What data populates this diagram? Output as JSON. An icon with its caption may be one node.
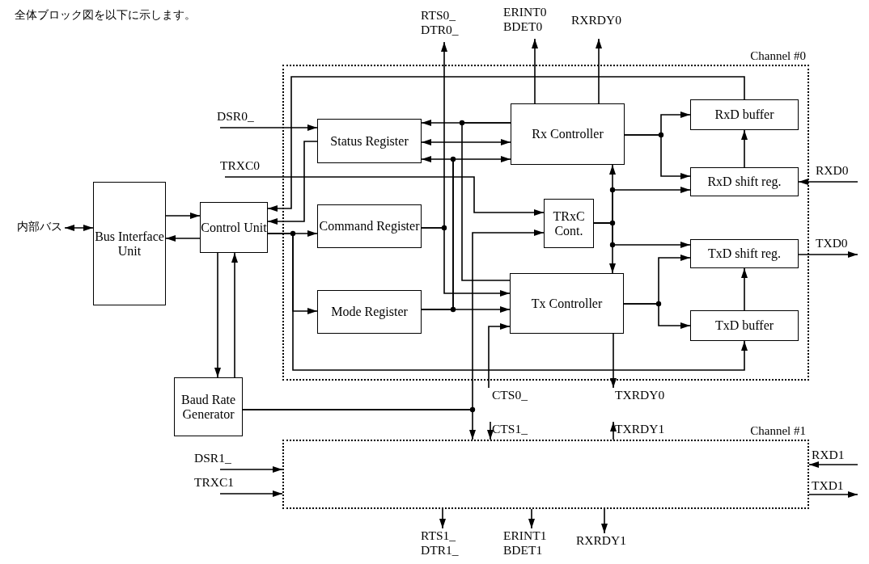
{
  "diagram": {
    "title": "全体ブロック図を以下に示します。",
    "nodes": [
      {
        "text": [
          "Channel #0"
        ]
      },
      {
        "text": [
          "Channel #1"
        ]
      },
      {
        "text": [
          "Bus Interface Unit"
        ]
      },
      {
        "text": [
          "Control Unit"
        ]
      },
      {
        "text": [
          "Baud Rate Generator"
        ]
      },
      {
        "text": [
          "Status Register"
        ],
        "in": 0
      },
      {
        "text": [
          "Command Register"
        ],
        "in": 0
      },
      {
        "text": [
          "Mode Register"
        ],
        "in": 0
      },
      {
        "text": [
          "Rx Controller"
        ],
        "in": 0
      },
      {
        "text": [
          "TRxC Cont."
        ],
        "in": 0
      },
      {
        "text": [
          "Tx Controller"
        ],
        "in": 0
      },
      {
        "text": [
          "RxD buffer"
        ],
        "in": 0
      },
      {
        "text": [
          "RxD shift reg."
        ],
        "in": 0
      },
      {
        "text": [
          "TxD shift reg."
        ],
        "in": 0
      },
      {
        "text": [
          "TxD buffer"
        ],
        "in": 0
      },
      {
        "text": [
          "内部バス"
        ]
      },
      {
        "text": [
          "DSR0_"
        ]
      },
      {
        "text": [
          "TRXC0"
        ]
      },
      {
        "text": [
          "RTS0_",
          "DTR0_"
        ]
      },
      {
        "text": [
          "ERINT0",
          "BDET0"
        ]
      },
      {
        "text": [
          "RXRDY0"
        ]
      },
      {
        "text": [
          "RXD0"
        ]
      },
      {
        "text": [
          "TXD0"
        ]
      },
      {
        "text": [
          "CTS0_"
        ]
      },
      {
        "text": [
          "TXRDY0"
        ]
      },
      {
        "text": [
          "CTS1_"
        ]
      },
      {
        "text": [
          "TXRDY1"
        ]
      },
      {
        "text": [
          "DSR1_"
        ]
      },
      {
        "text": [
          "TRXC1"
        ]
      },
      {
        "text": [
          "RXD1"
        ]
      },
      {
        "text": [
          "TXD1"
        ]
      },
      {
        "text": [
          "RTS1_",
          "DTR1_"
        ]
      },
      {
        "text": [
          "ERINT1",
          "BDET1"
        ]
      },
      {
        "text": [
          "RXRDY1"
        ]
      }
    ],
    "edges": [
      {
        "from": 15,
        "to": 2,
        "arrow": "both"
      },
      {
        "from": 2,
        "to": 3,
        "arrow": "to"
      },
      {
        "from": 3,
        "to": 2,
        "arrow": "to"
      },
      {
        "from": 3,
        "to": 4,
        "arrow": "to"
      },
      {
        "from": 4,
        "to": 3,
        "arrow": "to"
      },
      {
        "from": 16,
        "to": 5,
        "arrow": "to"
      },
      {
        "from": 5,
        "to": 3,
        "arrow": "to"
      },
      {
        "from": 11,
        "to": 3,
        "arrow": "to"
      },
      {
        "from": 3,
        "to": 6,
        "arrow": "to"
      },
      {
        "from": 3,
        "to": 7,
        "arrow": "to"
      },
      {
        "from": 3,
        "to": 14,
        "arrow": "to"
      },
      {
        "from": 8,
        "to": 5,
        "arrow": "to"
      },
      {
        "from": 5,
        "to": 8,
        "arrow": "both"
      },
      {
        "from": 7,
        "to": 5,
        "arrow": "to"
      },
      {
        "from": 7,
        "to": 8,
        "arrow": "to"
      },
      {
        "from": 8,
        "to": 10,
        "arrow": "none"
      },
      {
        "from": 6,
        "to": 18,
        "arrow": "to"
      },
      {
        "from": 6,
        "to": 10,
        "arrow": "to"
      },
      {
        "from": 7,
        "to": 10,
        "arrow": "to"
      },
      {
        "from": 8,
        "to": 19,
        "arrow": "to"
      },
      {
        "from": 8,
        "to": 20,
        "arrow": "to"
      },
      {
        "from": 17,
        "to": 9,
        "arrow": "to"
      },
      {
        "from": 4,
        "to": 9,
        "arrow": "to"
      },
      {
        "from": 9,
        "to": 8,
        "arrow": "to"
      },
      {
        "from": 9,
        "to": 10,
        "arrow": "to"
      },
      {
        "from": 9,
        "to": 12,
        "arrow": "to"
      },
      {
        "from": 9,
        "to": 13,
        "arrow": "to"
      },
      {
        "from": 8,
        "to": 11,
        "arrow": "to"
      },
      {
        "from": 8,
        "to": 12,
        "arrow": "to"
      },
      {
        "from": 12,
        "to": 11,
        "arrow": "to"
      },
      {
        "from": 21,
        "to": 12,
        "arrow": "to"
      },
      {
        "from": 13,
        "to": 22,
        "arrow": "to"
      },
      {
        "from": 10,
        "to": 13,
        "arrow": "to"
      },
      {
        "from": 10,
        "to": 14,
        "arrow": "to"
      },
      {
        "from": 14,
        "to": 13,
        "arrow": "to"
      },
      {
        "from": 10,
        "to": 24,
        "arrow": "to"
      },
      {
        "from": 1,
        "to": 26,
        "arrow": "to"
      },
      {
        "from": 27,
        "to": 1,
        "arrow": "to"
      },
      {
        "from": 28,
        "to": 1,
        "arrow": "to"
      },
      {
        "from": 29,
        "to": 1,
        "arrow": "to"
      },
      {
        "from": 1,
        "to": 30,
        "arrow": "to"
      },
      {
        "from": 1,
        "to": 31,
        "arrow": "to"
      },
      {
        "from": 1,
        "to": 32,
        "arrow": "to"
      },
      {
        "from": 1,
        "to": 33,
        "arrow": "to"
      },
      {
        "from": 4,
        "to": 1,
        "arrow": "to"
      },
      {
        "from": 25,
        "to": 1,
        "arrow": "to"
      },
      {
        "from": 23,
        "to": 10,
        "arrow": "to"
      }
    ]
  }
}
